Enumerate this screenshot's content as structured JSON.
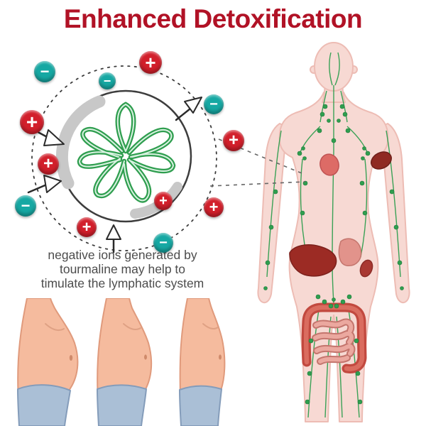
{
  "title": "Enhanced Detoxification",
  "caption": {
    "line1": "negative ions generated by",
    "line2": "tourmaline may help to",
    "line3": "timulate the lymphatic system"
  },
  "symbols": {
    "plus": "+",
    "minus": "−"
  },
  "colors": {
    "title_red": "#b11226",
    "plus_red": "#d21f2b",
    "minus_teal": "#16a8a3",
    "lymph_green": "#2f9e4f",
    "skin_pink": "#f7d9d3",
    "organ_red": "#9c2b24",
    "caption_gray": "#4c4c4c"
  }
}
